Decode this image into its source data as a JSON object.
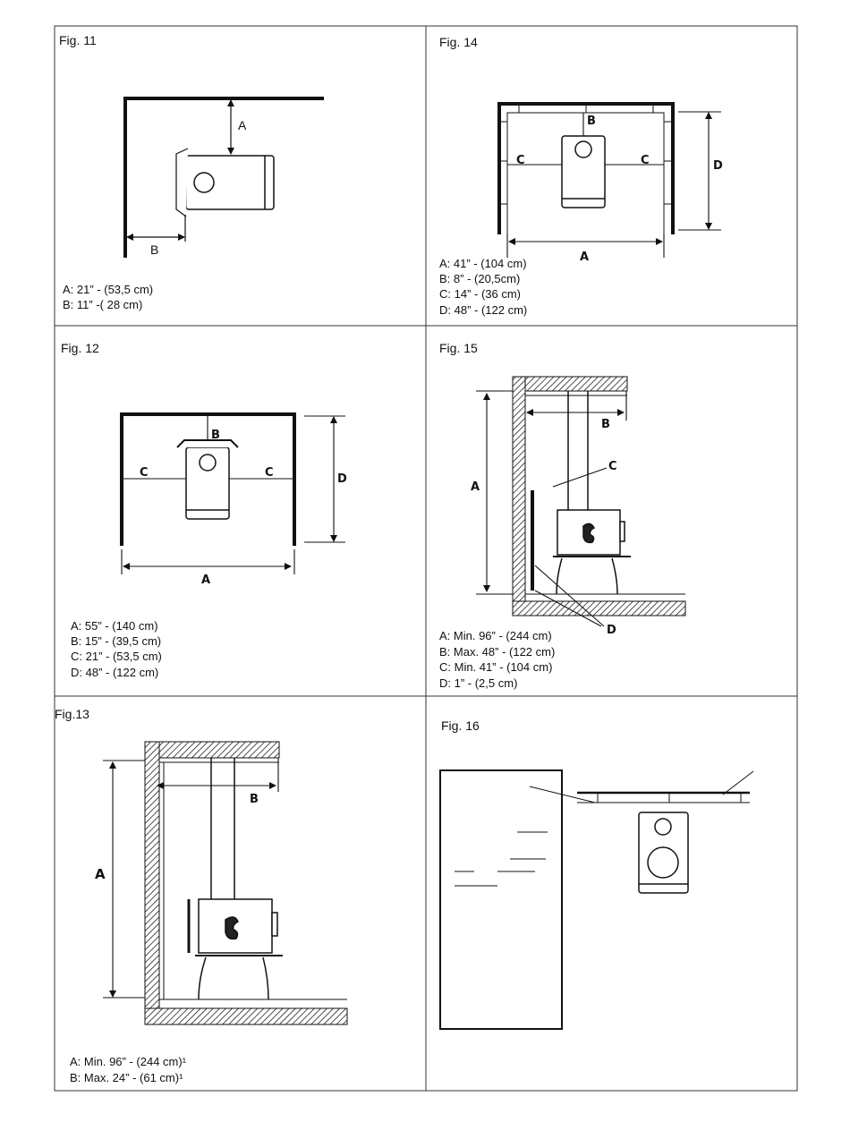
{
  "figures": {
    "fig11": {
      "title": "Fig. 11",
      "label_a": "A",
      "label_b": "B",
      "specs": [
        "A: 21” - (53,5 cm)",
        "B: 11” -( 28 cm)"
      ]
    },
    "fig12": {
      "title": "Fig. 12",
      "label_a": "A",
      "label_b": "B",
      "label_c": "C",
      "label_d": "D",
      "specs": [
        "A: 55” - (140 cm)",
        "B: 15” - (39,5 cm)",
        "C: 21” - (53,5 cm)",
        "D: 48” - (122 cm)"
      ]
    },
    "fig13": {
      "title": "Fig.13",
      "label_a": "A",
      "label_b": "B",
      "specs": [
        "A: Min. 96” - (244 cm)¹",
        "B: Max. 24” - (61 cm)¹"
      ]
    },
    "fig14": {
      "title": "Fig. 14",
      "label_a": "A",
      "label_b": "B",
      "label_c": "C",
      "label_d": "D",
      "specs": [
        "A: 41” - (104 cm)",
        "B: 8” - (20,5cm)",
        "C: 14” - (36 cm)",
        "D: 48” - (122 cm)"
      ]
    },
    "fig15": {
      "title": "Fig. 15",
      "label_a": "A",
      "label_b": "B",
      "label_c": "C",
      "label_d": "D",
      "specs": [
        "A: Min. 96” - (244 cm)",
        "B: Max. 48” - (122 cm)",
        "C: Min. 41” - (104 cm)",
        "D: 1” - (2,5 cm)"
      ]
    },
    "fig16": {
      "title": "Fig. 16"
    }
  }
}
